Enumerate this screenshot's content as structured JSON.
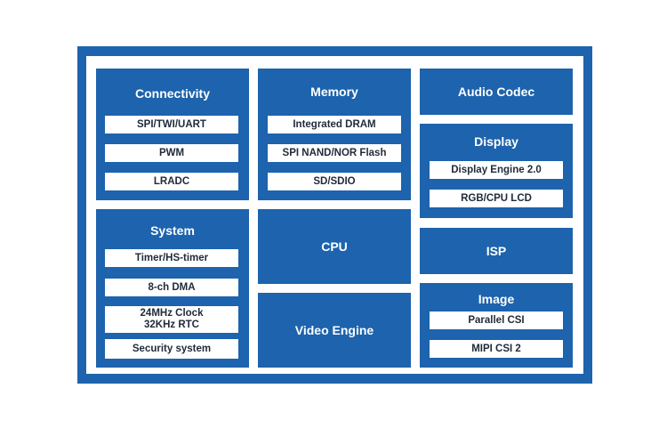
{
  "connectivity": {
    "title": "Connectivity",
    "items": [
      "SPI/TWI/UART",
      "PWM",
      "LRADC"
    ]
  },
  "memory": {
    "title": "Memory",
    "items": [
      "Integrated DRAM",
      "SPI NAND/NOR Flash",
      "SD/SDIO"
    ]
  },
  "audio": {
    "title": "Audio Codec"
  },
  "display": {
    "title": "Display",
    "items": [
      "Display Engine 2.0",
      "RGB/CPU LCD"
    ]
  },
  "system": {
    "title": "System",
    "items": [
      "Timer/HS-timer",
      "8-ch DMA",
      "24MHz Clock",
      "32KHz RTC",
      "Security system"
    ]
  },
  "cpu": {
    "title": "CPU"
  },
  "isp": {
    "title": "ISP"
  },
  "video": {
    "title": "Video Engine"
  },
  "image": {
    "title": "Image",
    "items": [
      "Parallel CSI",
      "MIPI CSI 2"
    ]
  },
  "colors": {
    "block_blue": "#1d63ad",
    "item_text": "#1f2a3a"
  }
}
